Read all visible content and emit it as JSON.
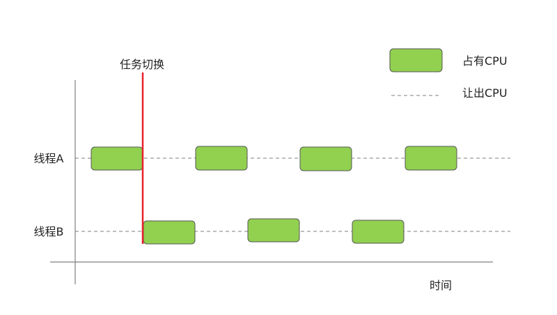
{
  "diagram": {
    "switch_label": "任务切换",
    "time_label": "时间",
    "threads": [
      {
        "label": "线程A",
        "running_blocks": 4
      },
      {
        "label": "线程B",
        "running_blocks": 3
      }
    ],
    "legend": {
      "occupy_label": "占有CPU",
      "yield_label": "让出CPU"
    }
  },
  "colors": {
    "block_fill": "#92d050",
    "block_border": "#555555",
    "switch_line": "#e8212a",
    "axis": "#7f7f7f",
    "dashed": "#7f7f7f"
  }
}
